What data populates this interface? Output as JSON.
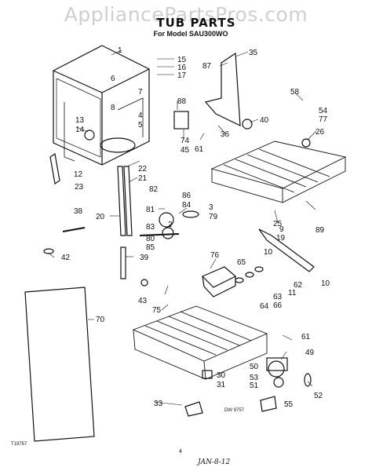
{
  "watermark": "AppliancePartsPros.com",
  "title": "TUB PARTS",
  "model_line": "For Model SAU300WO",
  "footer_left": "T19757",
  "footer_code": "DW 9757",
  "page_number": "4",
  "signature": "JAN-8-12",
  "callouts": [
    "1",
    "2",
    "3",
    "4",
    "5",
    "6",
    "7",
    "8",
    "9",
    "10",
    "10",
    "11",
    "12",
    "13",
    "14",
    "15",
    "16",
    "17",
    "19",
    "20",
    "21",
    "22",
    "23",
    "25",
    "26",
    "30",
    "31",
    "33",
    "35",
    "36",
    "38",
    "39",
    "40",
    "42",
    "43",
    "45",
    "49",
    "50",
    "51",
    "52",
    "53",
    "54",
    "55",
    "58",
    "61",
    "61",
    "62",
    "63",
    "64",
    "65",
    "66",
    "70",
    "74",
    "75",
    "76",
    "77",
    "79",
    "80",
    "81",
    "82",
    "83",
    "84",
    "85",
    "86",
    "87",
    "88",
    "89"
  ]
}
